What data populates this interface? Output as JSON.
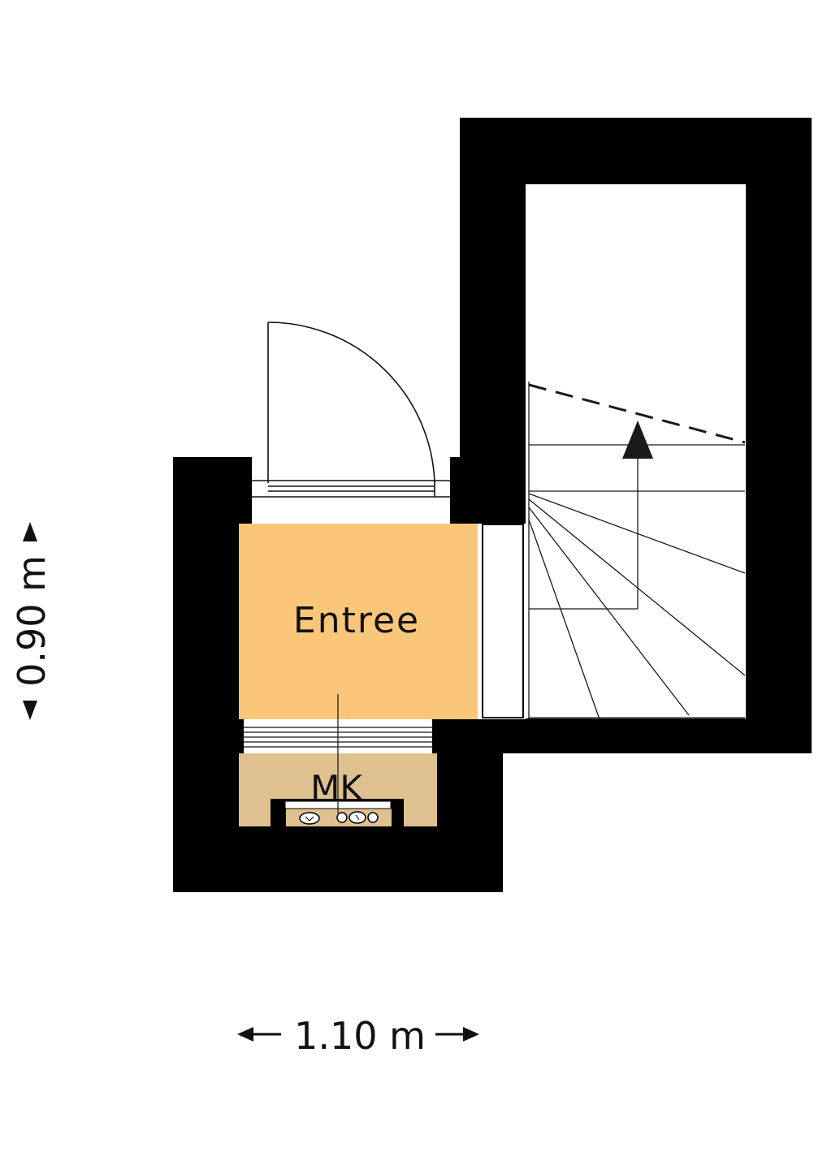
{
  "floorplan": {
    "rooms": {
      "entree": {
        "label": "Entree",
        "fill": "#FAC67A"
      },
      "mk": {
        "label": "MK",
        "fill": "#DFC190"
      }
    },
    "dimensions": {
      "width": {
        "label": "1.10 m"
      },
      "height": {
        "label": "0.90 m"
      }
    },
    "colors": {
      "wall": "#000000",
      "floor_white": "#FFFFFF",
      "line": "#1A1A1A"
    }
  }
}
